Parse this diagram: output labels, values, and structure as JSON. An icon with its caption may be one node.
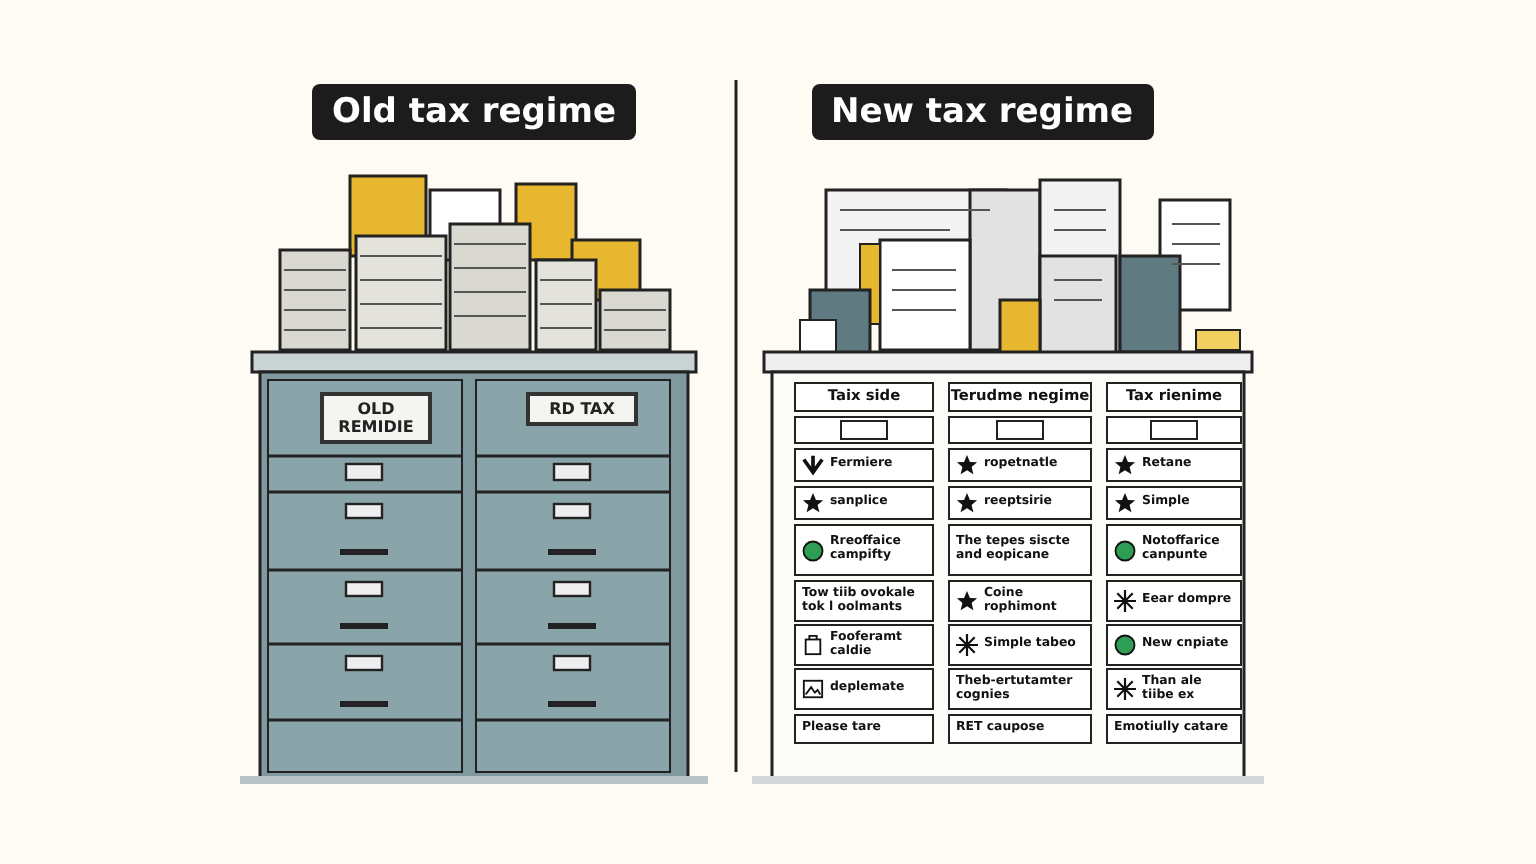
{
  "diagram": {
    "labels": [
      "Old tax regime",
      "OLD REMIDIE",
      "RD TAX",
      "New tax regime",
      "Taix side",
      "Terudme negime",
      "Tax rienime",
      "Fermiere",
      "ropetnatle",
      "Retane",
      "sanplice",
      "reeptsirie",
      "Simple",
      "Rreoffaice campifty",
      "The tepes siscte and eopicane",
      "Notoffarice canpunte",
      "Tow tiib ovokale tok l oolmants",
      "Coine rophimont",
      "Eear dompre",
      "Fooferamt caldie",
      "Simple tabeo",
      "New cnpiate",
      "deplemate",
      "Theb-ertutamter cognies",
      "Than ale tiibe ex",
      "Please tare",
      "RET caupose",
      "Emotiully catare"
    ]
  }
}
